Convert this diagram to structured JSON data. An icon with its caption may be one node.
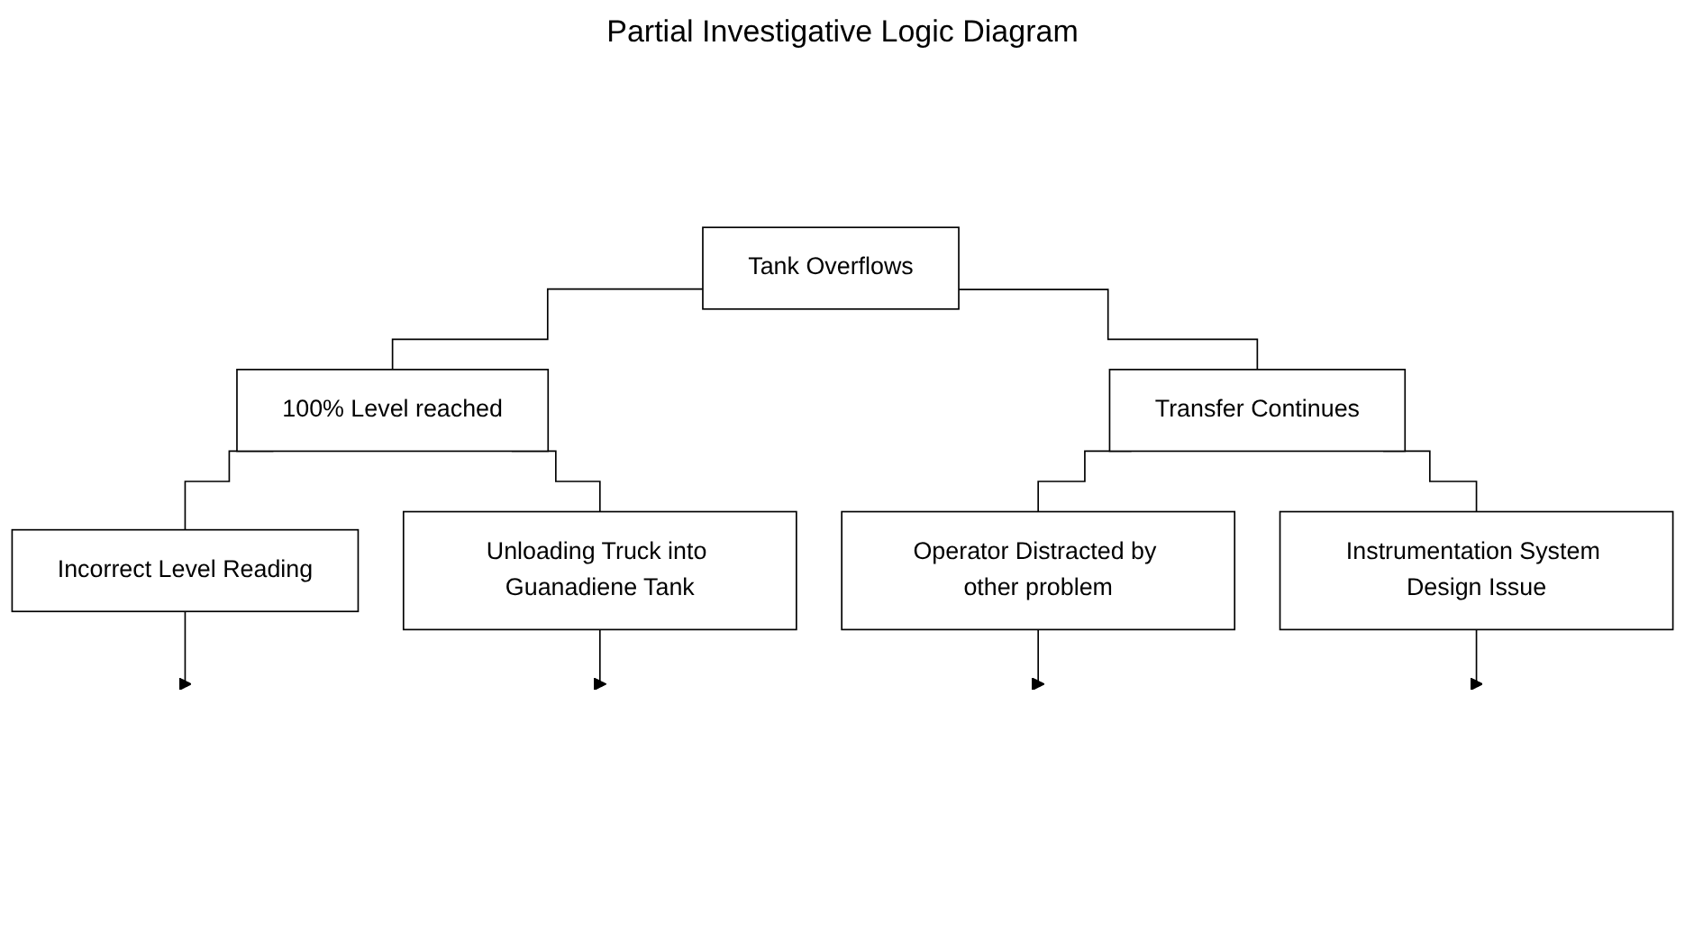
{
  "diagram": {
    "title": "Partial Investigative Logic Diagram",
    "nodes": [
      {
        "text": [
          "Tank Overflows"
        ]
      },
      {
        "text": [
          "100% Level reached"
        ]
      },
      {
        "text": [
          "Transfer Continues"
        ]
      },
      {
        "text": [
          "Incorrect Level Reading"
        ]
      },
      {
        "text": [
          "Unloading Truck into Guanadiene Tank"
        ]
      },
      {
        "text": [
          "Instrumentation System Design Issue"
        ]
      },
      {
        "text": [
          "Operator Distracted by other problem"
        ]
      }
    ],
    "edges": [
      {
        "from": 0,
        "to": 1,
        "arrow": "none"
      },
      {
        "from": 0,
        "to": 2,
        "arrow": "none"
      },
      {
        "from": 1,
        "to": 3,
        "arrow": "none"
      },
      {
        "from": 1,
        "to": 4,
        "arrow": "none"
      },
      {
        "from": 2,
        "to": 6,
        "arrow": "none"
      },
      {
        "from": 2,
        "to": 5,
        "arrow": "none"
      },
      {
        "from": 3,
        "to": null,
        "arrow": "to"
      },
      {
        "from": 4,
        "to": null,
        "arrow": "to"
      },
      {
        "from": 6,
        "to": null,
        "arrow": "to"
      },
      {
        "from": 5,
        "to": null,
        "arrow": "to"
      }
    ]
  }
}
